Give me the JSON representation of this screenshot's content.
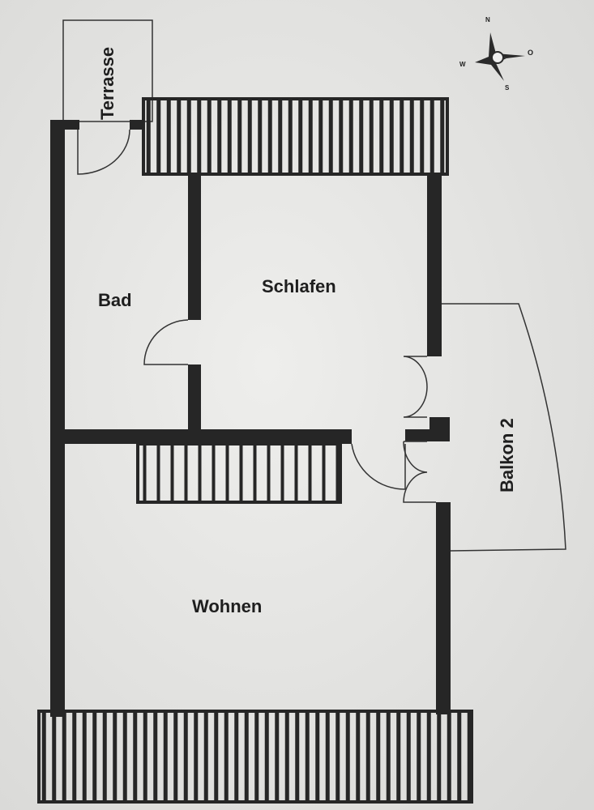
{
  "rooms": {
    "terrace": "Terrasse",
    "bath": "Bad",
    "bedroom": "Schlafen",
    "living": "Wohnen",
    "balcony": "Balkon 2"
  },
  "compass": {
    "north": "N",
    "east": "O",
    "south": "S",
    "west": "W"
  },
  "colors": {
    "paper": "#e6e6e4",
    "wall": "#262626",
    "line": "#333333"
  }
}
